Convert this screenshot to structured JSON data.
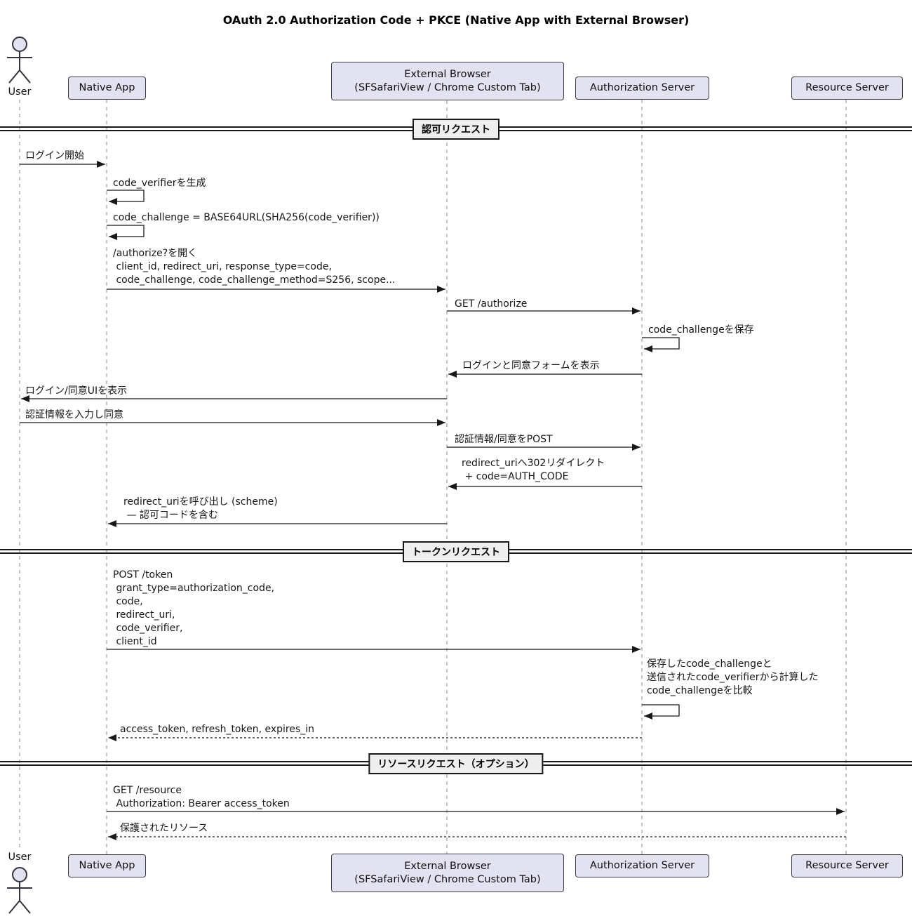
{
  "title": "OAuth 2.0 Authorization Code + PKCE (Native App with External Browser)",
  "participants": {
    "user": {
      "label": "User",
      "type": "actor"
    },
    "native": {
      "label": "Native App"
    },
    "browser": {
      "label": "External Browser\n(SFSafariView / Chrome Custom Tab)"
    },
    "auth": {
      "label": "Authorization Server"
    },
    "resource": {
      "label": "Resource Server"
    }
  },
  "dividers": {
    "d1": {
      "label": "認可リクエスト"
    },
    "d2": {
      "label": "トークンリクエスト"
    },
    "d3": {
      "label": "リソースリクエスト（オプション）"
    }
  },
  "messages": {
    "m1": {
      "from": "User",
      "to": "Native App",
      "kind": "sync",
      "text": "ログイン開始"
    },
    "m2": {
      "from": "Native App",
      "to": "Native App",
      "kind": "self",
      "text": "code_verifierを生成"
    },
    "m3": {
      "from": "Native App",
      "to": "Native App",
      "kind": "self",
      "text": "code_challenge = BASE64URL(SHA256(code_verifier))"
    },
    "m4": {
      "from": "Native App",
      "to": "External Browser",
      "kind": "sync",
      "text": "/authorize?を開く\n client_id, redirect_uri, response_type=code,\n code_challenge, code_challenge_method=S256, scope..."
    },
    "m5": {
      "from": "External Browser",
      "to": "Authorization Server",
      "kind": "sync",
      "text": "GET /authorize"
    },
    "m6": {
      "from": "Authorization Server",
      "to": "Authorization Server",
      "kind": "self",
      "text": "code_challengeを保存"
    },
    "m7": {
      "from": "Authorization Server",
      "to": "External Browser",
      "kind": "sync",
      "text": "ログインと同意フォームを表示"
    },
    "m8": {
      "from": "External Browser",
      "to": "User",
      "kind": "sync",
      "text": "ログイン/同意UIを表示"
    },
    "m9": {
      "from": "User",
      "to": "External Browser",
      "kind": "sync",
      "text": "認証情報を入力し同意"
    },
    "m10": {
      "from": "External Browser",
      "to": "Authorization Server",
      "kind": "sync",
      "text": "認証情報/同意をPOST"
    },
    "m11": {
      "from": "Authorization Server",
      "to": "External Browser",
      "kind": "sync",
      "text": "redirect_uriへ302リダイレクト\n + code=AUTH_CODE"
    },
    "m12": {
      "from": "External Browser",
      "to": "Native App",
      "kind": "sync",
      "text": "redirect_uriを呼び出し (scheme)\n — 認可コードを含む"
    },
    "m13": {
      "from": "Native App",
      "to": "Authorization Server",
      "kind": "sync",
      "text": "POST /token\n grant_type=authorization_code,\n code,\n redirect_uri,\n code_verifier,\n client_id"
    },
    "m14": {
      "from": "Authorization Server",
      "to": "Authorization Server",
      "kind": "self",
      "text": "保存したcode_challengeと\n送信されたcode_verifierから計算した\ncode_challengeを比較"
    },
    "m15": {
      "from": "Authorization Server",
      "to": "Native App",
      "kind": "return",
      "text": "access_token, refresh_token, expires_in"
    },
    "m16": {
      "from": "Native App",
      "to": "Resource Server",
      "kind": "sync",
      "text": "GET /resource\n Authorization: Bearer access_token"
    },
    "m17": {
      "from": "Resource Server",
      "to": "Native App",
      "kind": "return",
      "text": "保護されたリソース"
    }
  },
  "colors": {
    "participant_fill": "#E2E2F0",
    "participant_border": "#3b3b46",
    "divider_fill": "#EEEEEE",
    "line": "#181818",
    "lifeline": "#8a8a8a"
  }
}
